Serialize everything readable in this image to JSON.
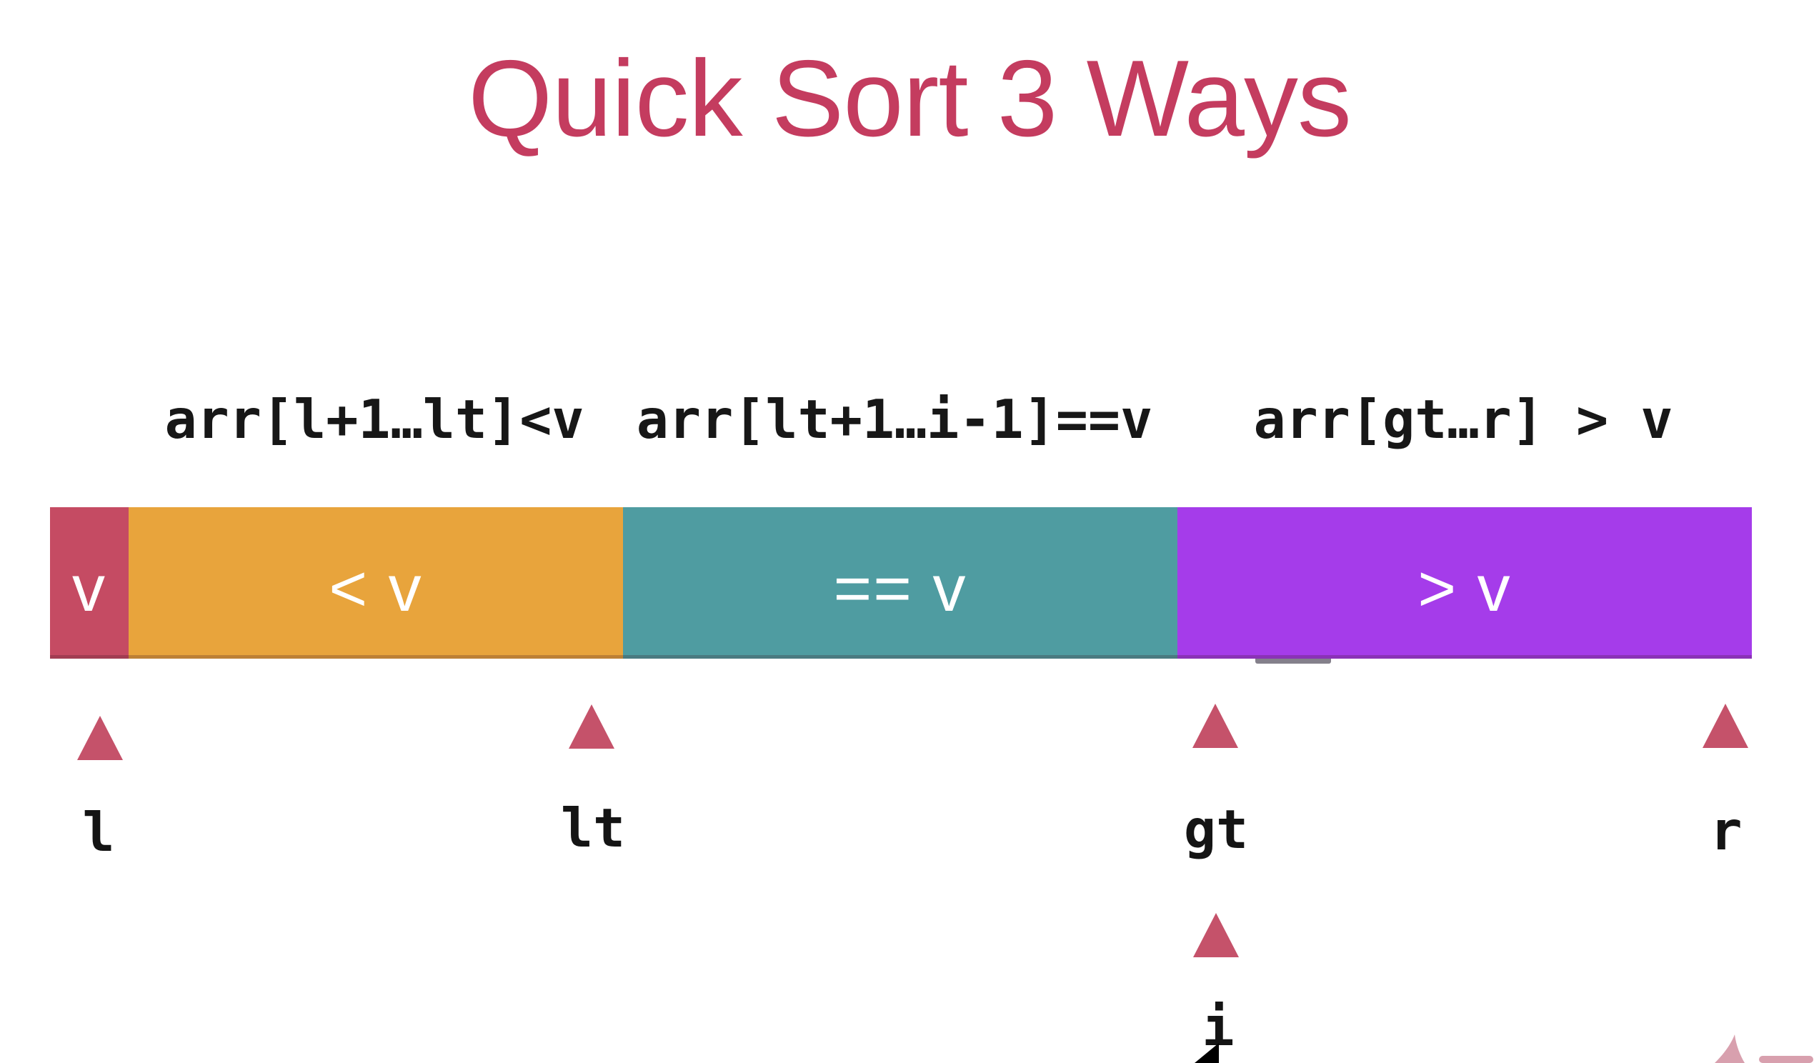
{
  "title": {
    "text": "Quick Sort 3 Ways",
    "color": "#c43c5f"
  },
  "annotations": [
    {
      "name": "less-range",
      "text": "arr[l+1…lt]<v"
    },
    {
      "name": "equal-range",
      "text": "arr[lt+1…i-1]==v"
    },
    {
      "name": "greater-range",
      "text": "arr[gt…r] > v"
    }
  ],
  "bar": {
    "segments": [
      {
        "name": "pivot",
        "label": "v",
        "color": "#c54b63"
      },
      {
        "name": "less-than-v",
        "label": "< v",
        "color": "#e8a43c"
      },
      {
        "name": "equal-to-v",
        "label": "== v",
        "color": "#4f9ca1"
      },
      {
        "name": "greater-than-v",
        "label": "> v",
        "color": "#a53cea"
      }
    ]
  },
  "pointers": [
    {
      "name": "l",
      "label": "l"
    },
    {
      "name": "lt",
      "label": "lt"
    },
    {
      "name": "gt",
      "label": "gt"
    },
    {
      "name": "r",
      "label": "r"
    }
  ],
  "scan_pointer": {
    "name": "i",
    "label": "i"
  },
  "colors": {
    "background": "#ffffff",
    "title_text": "#c43c5f",
    "pointer_triangle": "#c5526a",
    "label_text": "#141414",
    "bar_label_text": "#ffffff",
    "corner_shapes": "#d8a0ae",
    "shadow_notch": "#5b5664"
  }
}
